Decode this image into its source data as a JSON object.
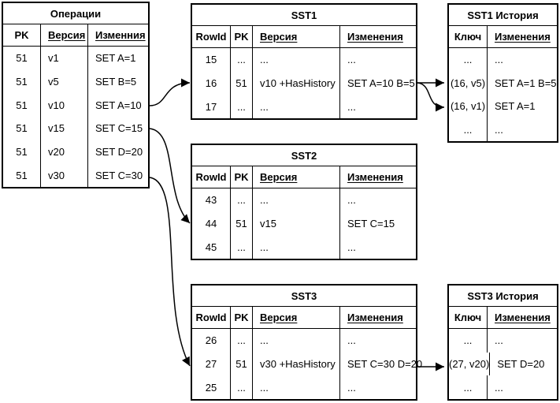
{
  "colors": {
    "stroke": "#000000",
    "background": "#ffffff"
  },
  "tables": {
    "operations": {
      "title": "Операции",
      "headers": [
        {
          "label": "PK",
          "underline": false
        },
        {
          "label": "Версия",
          "underline": true
        },
        {
          "label": "Изменния",
          "underline": true
        }
      ],
      "rows": [
        [
          "51",
          "v1",
          "SET A=1"
        ],
        [
          "51",
          "v5",
          "SET B=5"
        ],
        [
          "51",
          "v10",
          "SET A=10"
        ],
        [
          "51",
          "v15",
          "SET C=15"
        ],
        [
          "51",
          "v20",
          "SET D=20"
        ],
        [
          "51",
          "v30",
          "SET C=30"
        ]
      ]
    },
    "sst1": {
      "title": "SST1",
      "headers": [
        {
          "label": "RowId",
          "underline": false
        },
        {
          "label": "PK",
          "underline": false
        },
        {
          "label": "Версия",
          "underline": true
        },
        {
          "label": "Изменения",
          "underline": true
        }
      ],
      "rows": [
        [
          "15",
          "...",
          "...",
          "..."
        ],
        [
          "16",
          "51",
          "v10 +HasHistory",
          "SET A=10 B=5"
        ],
        [
          "17",
          "...",
          "...",
          "..."
        ]
      ]
    },
    "sst1_history": {
      "title": "SST1 История",
      "headers": [
        {
          "label": "Ключ",
          "underline": false
        },
        {
          "label": "Изменения",
          "underline": true
        }
      ],
      "rows": [
        [
          "...",
          "..."
        ],
        [
          "(16, v5)",
          "SET A=1 B=5"
        ],
        [
          "(16, v1)",
          "SET A=1"
        ],
        [
          "...",
          "..."
        ]
      ]
    },
    "sst2": {
      "title": "SST2",
      "headers": [
        {
          "label": "RowId",
          "underline": false
        },
        {
          "label": "PK",
          "underline": false
        },
        {
          "label": "Версия",
          "underline": true
        },
        {
          "label": "Изменения",
          "underline": true
        }
      ],
      "rows": [
        [
          "43",
          "...",
          "...",
          "..."
        ],
        [
          "44",
          "51",
          "v15",
          "SET C=15"
        ],
        [
          "45",
          "...",
          "...",
          "..."
        ]
      ]
    },
    "sst3": {
      "title": "SST3",
      "headers": [
        {
          "label": "RowId",
          "underline": false
        },
        {
          "label": "PK",
          "underline": false
        },
        {
          "label": "Версия",
          "underline": true
        },
        {
          "label": "Изменения",
          "underline": true
        }
      ],
      "rows": [
        [
          "26",
          "...",
          "...",
          "..."
        ],
        [
          "27",
          "51",
          "v30 +HasHistory",
          "SET C=30 D=20"
        ],
        [
          "25",
          "...",
          "...",
          "..."
        ]
      ]
    },
    "sst3_history": {
      "title": "SST3 История",
      "headers": [
        {
          "label": "Ключ",
          "underline": false
        },
        {
          "label": "Изменения",
          "underline": true
        }
      ],
      "rows": [
        [
          "...",
          "..."
        ],
        [
          "(27, v20)",
          "SET D=20"
        ],
        [
          "...",
          "..."
        ]
      ]
    }
  },
  "connections": [
    {
      "from": "Операции: 51 v10 SET A=10",
      "to": "SST1: row 16"
    },
    {
      "from": "Операции: 51 v15 SET C=15",
      "to": "SST2: row 44"
    },
    {
      "from": "Операции: 51 v30 SET C=30",
      "to": "SST3: row 27"
    },
    {
      "from": "SST1: row 16",
      "to": "SST1 История: (16, v5)"
    },
    {
      "from": "SST1: row 16",
      "to": "SST1 История: (16, v1)"
    },
    {
      "from": "SST3: row 27",
      "to": "SST3 История: (27, v20)"
    }
  ]
}
